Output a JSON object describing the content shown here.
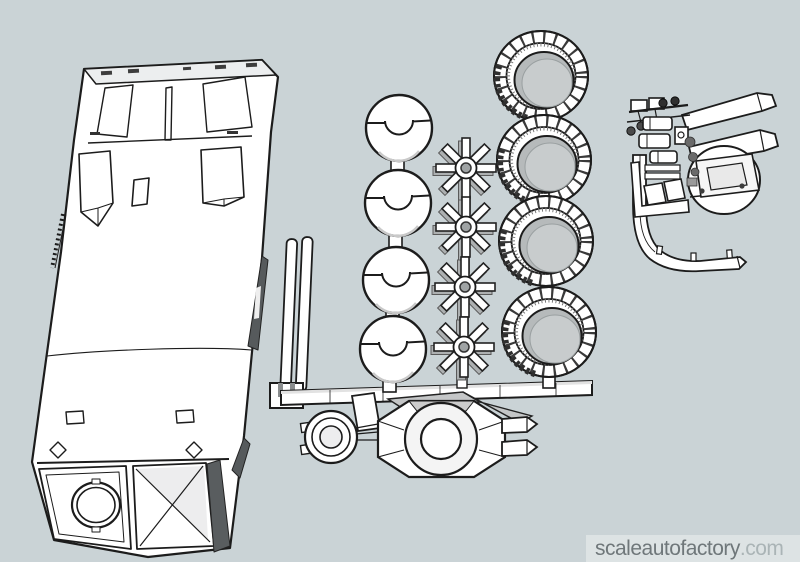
{
  "scene": {
    "description": "3D CAD style render of a scale model truck kit: body shell and parts sprues laid out",
    "background_color": "#cad3d6",
    "line_color": "#1c1c1c",
    "part_fill_color": "#ffffff",
    "dark_face_color": "#565a5c",
    "bore_gray_color": "#b6babb",
    "parts": [
      {
        "id": "body-shell",
        "label": "armored-truck-body-shell",
        "count": 1
      },
      {
        "id": "exhaust-rods",
        "label": "straight-rod-parts",
        "count": 2
      },
      {
        "id": "wheel-hubs",
        "label": "wheel-hub-halves-on-sprue",
        "count": 4
      },
      {
        "id": "wheel-rims",
        "label": "eight-spoke-rims-on-sprue",
        "count": 4
      },
      {
        "id": "tires",
        "label": "treaded-tires-on-sprue",
        "count": 4
      },
      {
        "id": "sprue-runner",
        "label": "horizontal-sprue-runner",
        "count": 1
      },
      {
        "id": "axle-assembly",
        "label": "axle-housing-drum-and-stub-cylinders",
        "count": 1
      },
      {
        "id": "detail-cluster",
        "label": "small-detail-parts-mirrors-tanks-winch-drum",
        "count": 1
      },
      {
        "id": "bumper-bar",
        "label": "curved-bumper-bar",
        "count": 1
      }
    ]
  },
  "watermark": {
    "site": "scaleautofactory",
    "tld": ".com",
    "band_color": "#dde3e4",
    "site_color": "#6f777a",
    "tld_color": "#aab4b6"
  }
}
